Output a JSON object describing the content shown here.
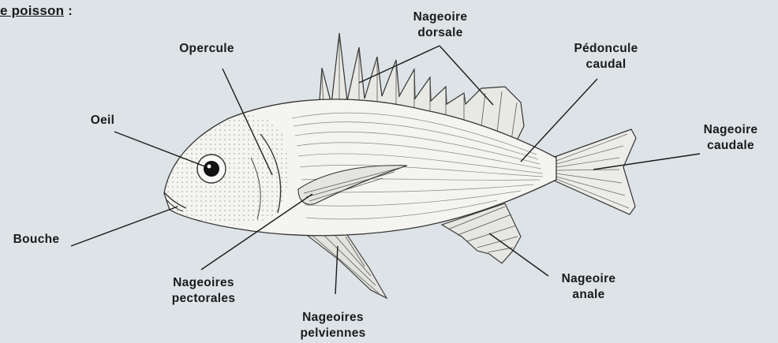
{
  "title": {
    "text": "e poisson",
    "suffix": " :"
  },
  "labels": {
    "nageoire_dorsale": [
      "Nageoire",
      "dorsale"
    ],
    "opercule": [
      "Opercule"
    ],
    "pedoncule_caudal": [
      "Pédoncule",
      "caudal"
    ],
    "oeil": [
      "Oeil"
    ],
    "nageoire_caudale": [
      "Nageoire",
      "caudale"
    ],
    "bouche": [
      "Bouche"
    ],
    "nageoires_pectorales": [
      "Nageoires",
      "pectorales"
    ],
    "nageoire_anale": [
      "Nageoire",
      "anale"
    ],
    "nageoires_pelviennes": [
      "Nageoires",
      "pelviennes"
    ]
  },
  "colors": {
    "background": "#dde3e6",
    "ink": "#1a1a1a",
    "fish_body": "#f4f4f1"
  }
}
